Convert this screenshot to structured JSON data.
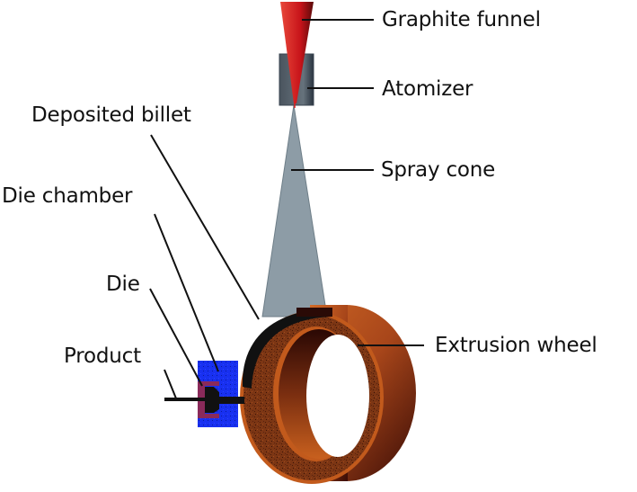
{
  "diagram": {
    "title": "Spray deposition and continuous extrusion apparatus",
    "labels": {
      "graphite_funnel": "Graphite funnel",
      "atomizer": "Atomizer",
      "spray_cone": "Spray cone",
      "deposited_billet": "Deposited billet",
      "die_chamber": "Die chamber",
      "die": "Die",
      "product": "Product",
      "extrusion_wheel": "Extrusion wheel"
    },
    "colors": {
      "funnel": "#d81e1e",
      "atomizer": "#56606a",
      "spray_cone": "#8a9aa6",
      "wheel_face": "#7a3514",
      "wheel_rim": "#c25a1c",
      "die_chamber": "#1a2ef0",
      "die": "#8a2a5a",
      "billet": "#111111",
      "leader_line": "#111111"
    }
  }
}
